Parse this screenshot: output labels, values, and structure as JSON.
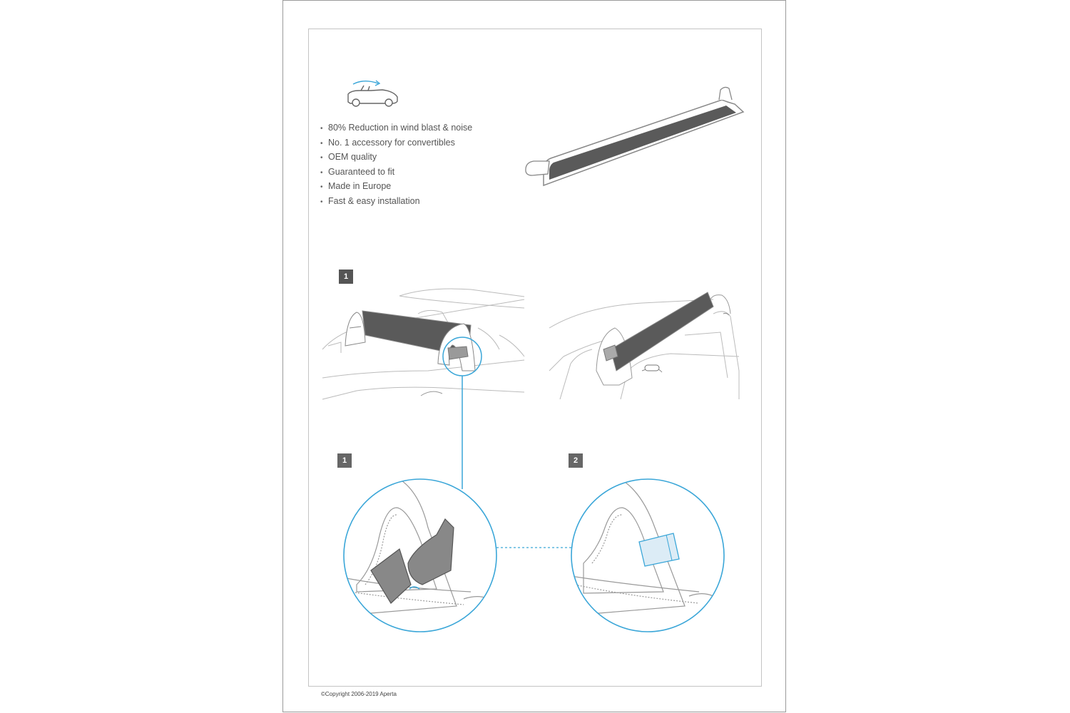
{
  "features": [
    "80% Reduction in wind blast & noise",
    "No. 1 accessory for convertibles",
    "OEM quality",
    "Guaranteed to fit",
    "Made in Europe",
    "Fast & easy installation"
  ],
  "steps": {
    "top_left": "1",
    "bottom_left": "1",
    "bottom_right": "2"
  },
  "copyright": "©Copyright 2006-2019 Aperta",
  "colors": {
    "accent_blue": "#3aa6d8",
    "mesh_dark": "#555555",
    "line_gray": "#bbbbbb"
  }
}
